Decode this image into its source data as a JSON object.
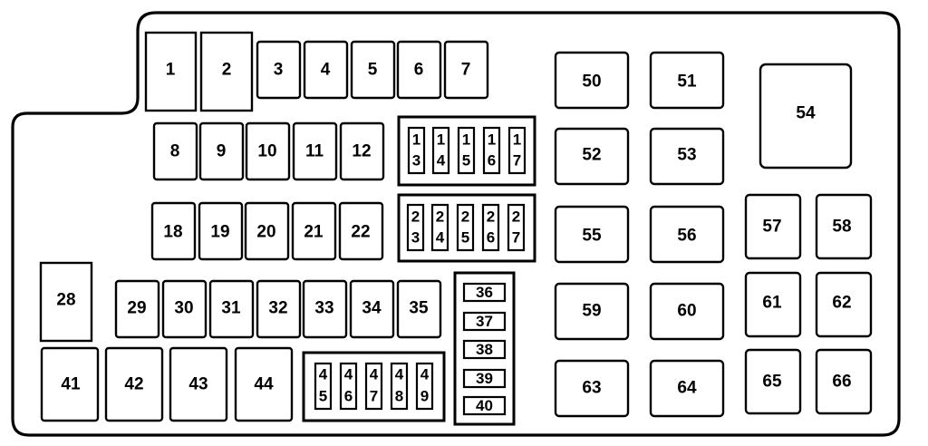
{
  "fuses": {
    "f1": "1",
    "f2": "2",
    "f3": "3",
    "f4": "4",
    "f5": "5",
    "f6": "6",
    "f7": "7",
    "f8": "8",
    "f9": "9",
    "f10": "10",
    "f11": "11",
    "f12": "12",
    "f18": "18",
    "f19": "19",
    "f20": "20",
    "f21": "21",
    "f22": "22",
    "f28": "28",
    "f29": "29",
    "f30": "30",
    "f31": "31",
    "f32": "32",
    "f33": "33",
    "f34": "34",
    "f35": "35",
    "f36": "36",
    "f37": "37",
    "f38": "38",
    "f39": "39",
    "f40": "40",
    "f41": "41",
    "f42": "42",
    "f43": "43",
    "f44": "44",
    "f50": "50",
    "f51": "51",
    "f52": "52",
    "f53": "53",
    "f54": "54",
    "f55": "55",
    "f56": "56",
    "f57": "57",
    "f58": "58",
    "f59": "59",
    "f60": "60",
    "f61": "61",
    "f62": "62",
    "f63": "63",
    "f64": "64",
    "f65": "65",
    "f66": "66"
  },
  "split_fuses": {
    "f13": [
      "1",
      "3"
    ],
    "f14": [
      "1",
      "4"
    ],
    "f15": [
      "1",
      "5"
    ],
    "f16": [
      "1",
      "6"
    ],
    "f17": [
      "1",
      "7"
    ],
    "f23": [
      "2",
      "3"
    ],
    "f24": [
      "2",
      "4"
    ],
    "f25": [
      "2",
      "5"
    ],
    "f26": [
      "2",
      "6"
    ],
    "f27": [
      "2",
      "7"
    ],
    "f45": [
      "4",
      "5"
    ],
    "f46": [
      "4",
      "6"
    ],
    "f47": [
      "4",
      "7"
    ],
    "f48": [
      "4",
      "8"
    ],
    "f49": [
      "4",
      "9"
    ]
  }
}
